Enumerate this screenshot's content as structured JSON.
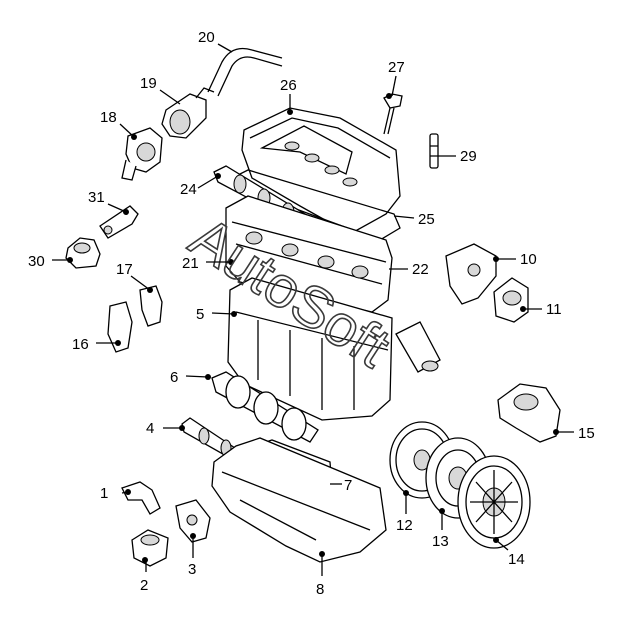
{
  "watermark": "AutoSoft",
  "callouts": [
    {
      "n": "1",
      "text": "1"
    },
    {
      "n": "2",
      "text": "2"
    },
    {
      "n": "3",
      "text": "3"
    },
    {
      "n": "4",
      "text": "4"
    },
    {
      "n": "5",
      "text": "5"
    },
    {
      "n": "6",
      "text": "6"
    },
    {
      "n": "7",
      "text": "7"
    },
    {
      "n": "8",
      "text": "8"
    },
    {
      "n": "10",
      "text": "10"
    },
    {
      "n": "11",
      "text": "11"
    },
    {
      "n": "12",
      "text": "12"
    },
    {
      "n": "13",
      "text": "13"
    },
    {
      "n": "14",
      "text": "14"
    },
    {
      "n": "15",
      "text": "15"
    },
    {
      "n": "16",
      "text": "16"
    },
    {
      "n": "17",
      "text": "17"
    },
    {
      "n": "18",
      "text": "18"
    },
    {
      "n": "19",
      "text": "19"
    },
    {
      "n": "20",
      "text": "20"
    },
    {
      "n": "21",
      "text": "21"
    },
    {
      "n": "22",
      "text": "22"
    },
    {
      "n": "24",
      "text": "24"
    },
    {
      "n": "25",
      "text": "25"
    },
    {
      "n": "26",
      "text": "26"
    },
    {
      "n": "27",
      "text": "27"
    },
    {
      "n": "29",
      "text": "29"
    },
    {
      "n": "30",
      "text": "30"
    },
    {
      "n": "31",
      "text": "31"
    }
  ]
}
